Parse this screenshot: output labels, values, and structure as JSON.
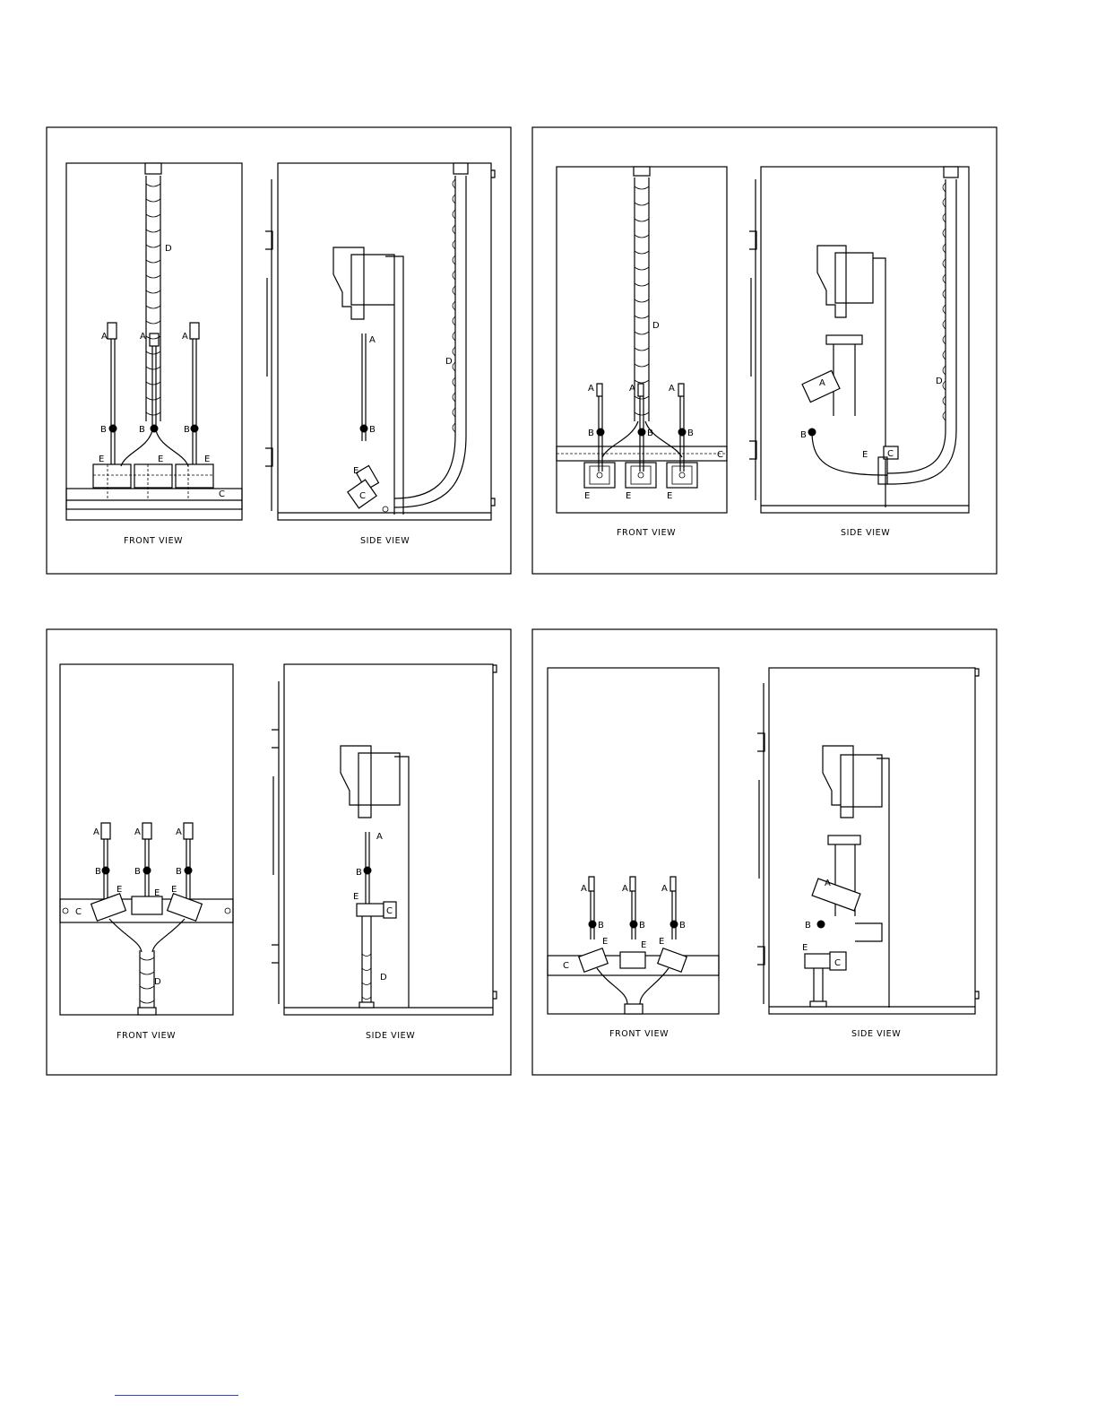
{
  "captions": {
    "front": "FRONT VIEW",
    "side": "SIDE VIEW"
  },
  "labels": {
    "a": "A",
    "b": "B",
    "c": "C",
    "d": "D",
    "e": "E"
  }
}
